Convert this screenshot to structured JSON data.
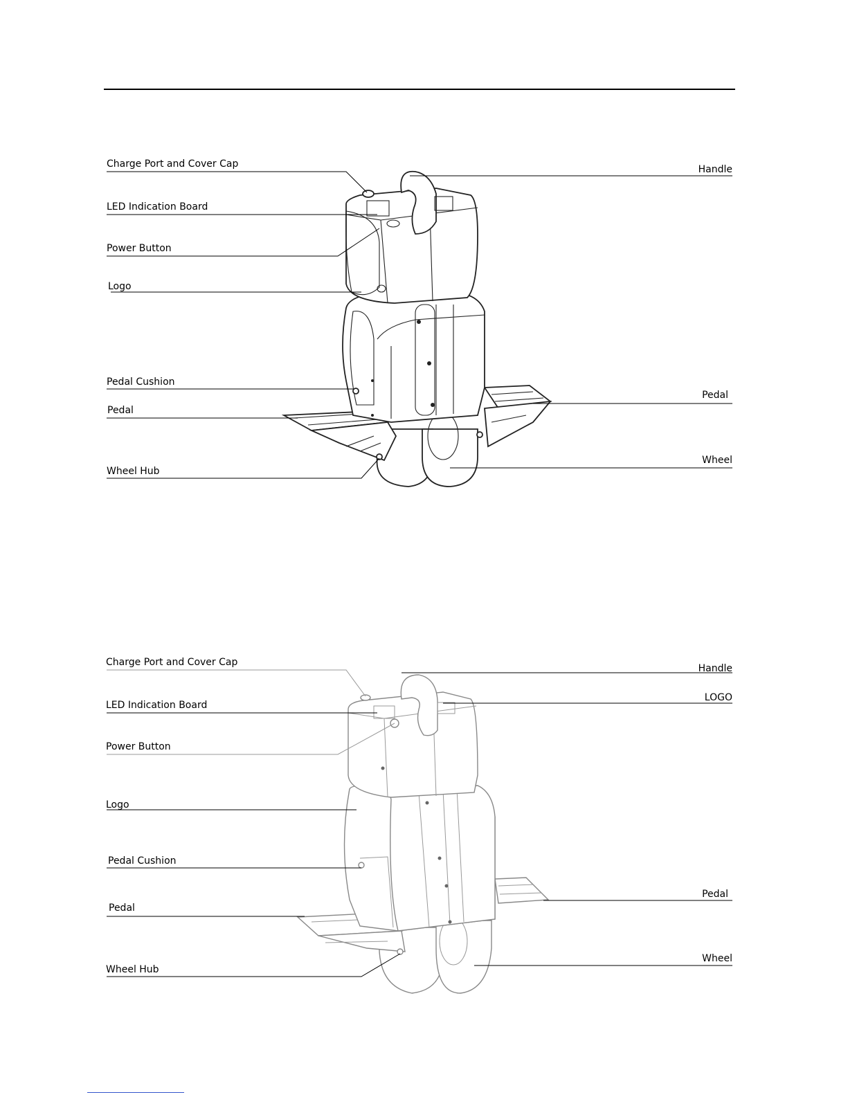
{
  "diagrams": [
    {
      "labels": {
        "charge_port": "Charge Port and Cover Cap",
        "led_board": "LED Indication Board",
        "power_button": "Power Button",
        "logo": "Logo",
        "pedal_cushion": "Pedal  Cushion",
        "pedal_left": "Pedal",
        "wheel_hub": "Wheel Hub",
        "handle": "Handle",
        "pedal_right": "Pedal",
        "wheel": "Wheel"
      }
    },
    {
      "labels": {
        "charge_port": "Charge Port and Cover Cap",
        "led_board": "LED Indication Board",
        "power_button": "Power Button",
        "logo": "Logo",
        "pedal_cushion": "Pedal  Cushion",
        "pedal_left": "Pedal",
        "wheel_hub": "Wheel Hub",
        "handle": "Handle",
        "logo_right": "LOGO",
        "pedal_right": "Pedal",
        "wheel": "Wheel"
      }
    }
  ]
}
